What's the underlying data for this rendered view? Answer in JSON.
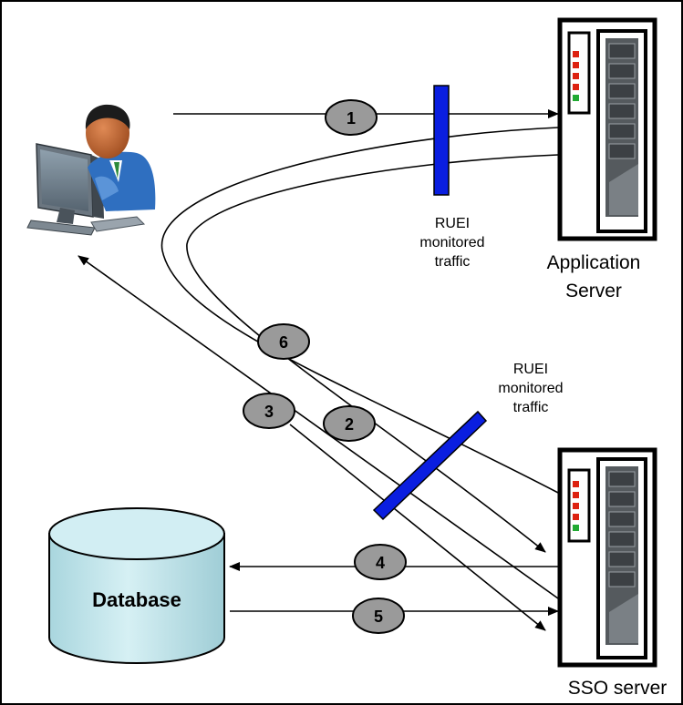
{
  "labels": {
    "app_server": [
      "Application",
      "Server"
    ],
    "sso_server": "SSO server",
    "database": "Database",
    "ruei_top": [
      "RUEI",
      "monitored",
      "traffic"
    ],
    "ruei_bottom": [
      "RUEI",
      "monitored",
      "traffic"
    ]
  },
  "steps": [
    "1",
    "2",
    "3",
    "4",
    "5",
    "6"
  ],
  "colors": {
    "monitor_bar": "#0a1ee0",
    "database_fill": "#c6e8ee",
    "step_fill": "#9a9a9a",
    "led_red": "#dd2211",
    "led_green": "#22aa33"
  },
  "icons": {
    "user": "user-at-computer-icon",
    "server": "server-rack-icon",
    "database": "database-cylinder-icon"
  }
}
